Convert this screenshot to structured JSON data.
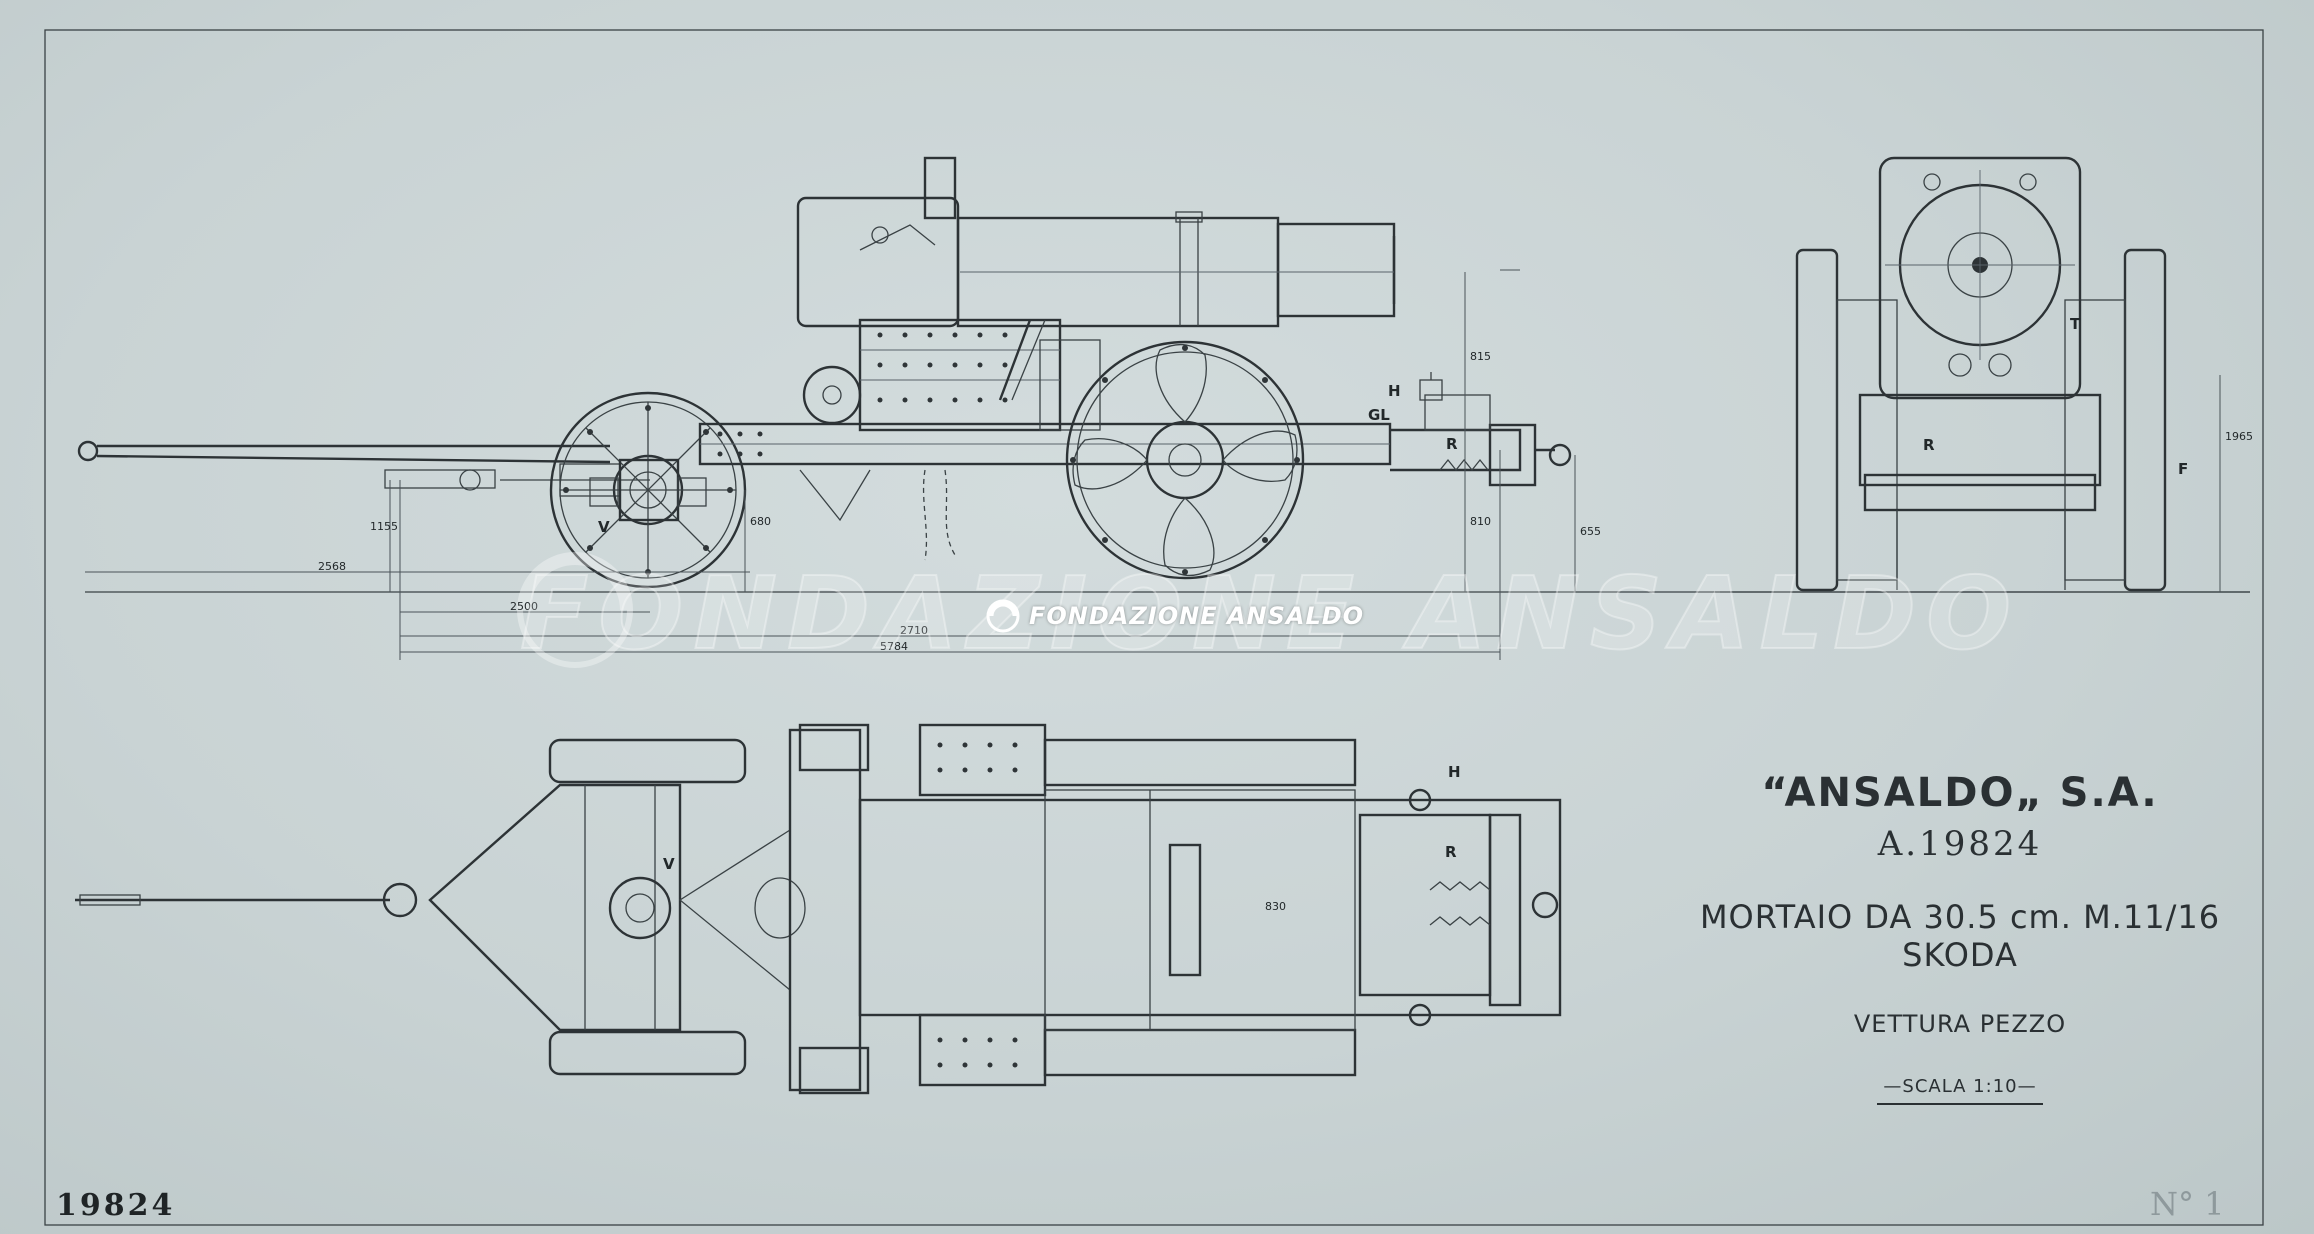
{
  "title_block": {
    "company": "“ANSALDO„ S.A.",
    "drawing_number": "A.19824",
    "title": "MORTAIO DA 30.5 cm. M.11/16 SKODA",
    "subtitle": "VETTURA PEZZO",
    "scale": "SCALA 1:10"
  },
  "sheet_number": "19824",
  "corner_mark": "N° 1",
  "watermark": {
    "text": "FONDAZIONE ANSALDO",
    "label": "FONDAZIONE ANSALDO"
  },
  "part_labels": {
    "V_side": "V",
    "H_side": "H",
    "GL_side": "GL",
    "R_side": "R",
    "T_front": "T",
    "R_front": "R",
    "F_front": "F",
    "H_plan": "H",
    "R_plan": "R",
    "V_plan": "V"
  },
  "dimensions": {
    "d_2568": "2568",
    "d_2500": "2500",
    "d_2710": "2710",
    "d_5784": "5784",
    "d_1155": "1155",
    "d_680": "680",
    "d_815": "815",
    "d_810": "810",
    "d_655": "655",
    "d_1965": "1965",
    "d_830": "830"
  }
}
